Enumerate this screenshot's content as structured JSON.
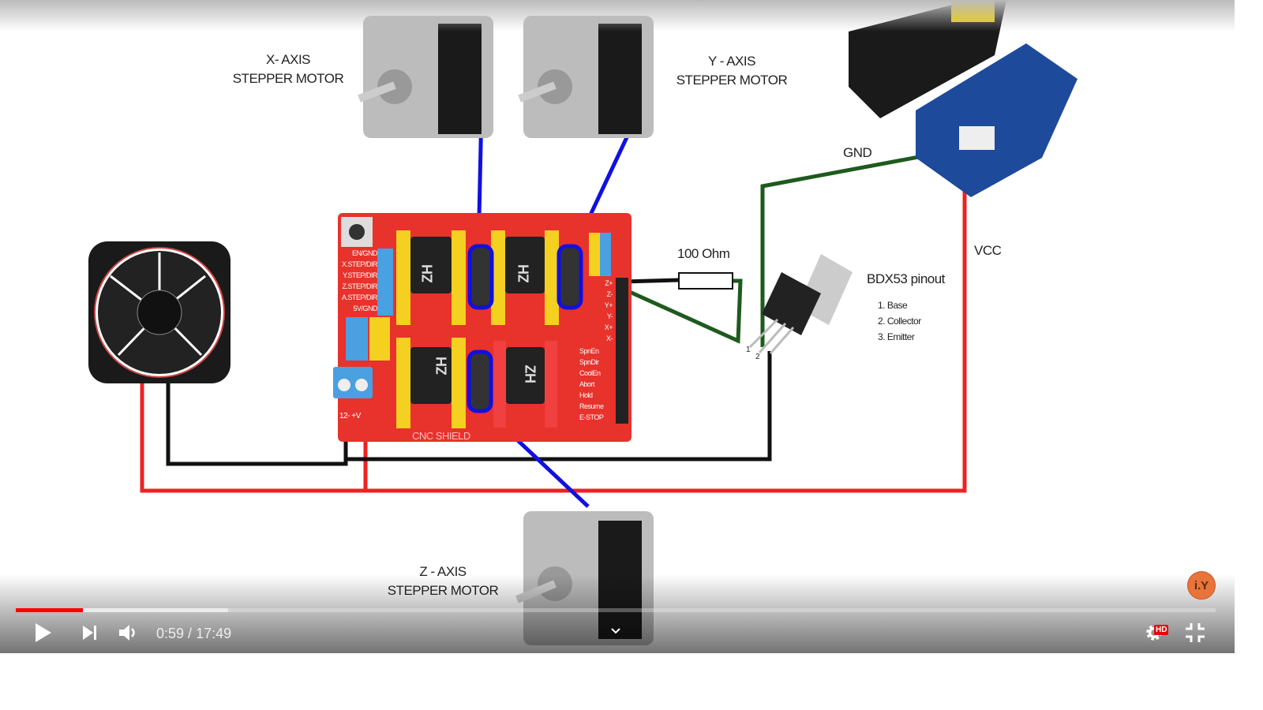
{
  "video": {
    "labels": {
      "x_axis": [
        "X- AXIS",
        "STEPPER MOTOR"
      ],
      "y_axis": [
        "Y - AXIS",
        "STEPPER MOTOR"
      ],
      "z_axis": [
        "Z - AXIS",
        "STEPPER MOTOR"
      ],
      "gnd": "GND",
      "vcc": "VCC",
      "resistor": "100 Ohm",
      "transistor_title": "BDX53 pinout",
      "pinout": [
        "1. Base",
        "2. Collector",
        "3. Emitter"
      ],
      "pin1": "1",
      "pin2": "2",
      "board_label": "CNC SHIELD",
      "board_pins": [
        "EN/GND",
        "X.STEP/DIR",
        "Y.STEP/DIR",
        "Z.STEP/DIR",
        "A.STEP/DIR",
        "5V/GND"
      ],
      "driver_text": "ZH",
      "endstop_labels": [
        "Z+",
        "Z-",
        "Y+",
        "Y-",
        "X+",
        "X-"
      ],
      "spindle_labels": [
        "SpnEn",
        "SpnDir",
        "CoolEn",
        "Abort",
        "Hold",
        "Resume",
        "E-STOP"
      ],
      "power_label": "12-  +V"
    },
    "wire_colors": {
      "stepper": "#1010e0",
      "gnd": "#1e5a1e",
      "vcc": "#ee2222",
      "black": "#111111"
    },
    "board_color": "#e8322c"
  },
  "controls": {
    "current_time": "0:59",
    "separator": " / ",
    "duration": "17:49",
    "progress_percent": 5.6,
    "buffered_percent": 17.7,
    "accent": "#ff0000",
    "play_icon": "play-icon",
    "next_icon": "next-icon",
    "volume_icon": "volume-icon",
    "settings_icon": "gear-icon",
    "hd_badge": "HD",
    "exit_fullscreen_icon": "exit-fullscreen-icon",
    "channel_badge": "i.Y"
  }
}
